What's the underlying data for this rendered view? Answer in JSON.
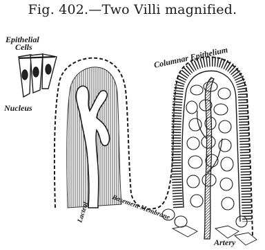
{
  "figure": {
    "caption": "Fig. 402.—Two Villi magnified."
  },
  "labels": {
    "epithelial_cells": [
      "Epithelial",
      "Cells"
    ],
    "nucleus": "Nucleus",
    "columnar_epithelium": "Columnar Epithelium",
    "lacteal": "Lacteal",
    "basement_membrane": "Basement Membrane",
    "artery": "Artery"
  },
  "colors": {
    "ink": "#1a1a1a",
    "background": "#ffffff",
    "hatch": "#555555"
  }
}
